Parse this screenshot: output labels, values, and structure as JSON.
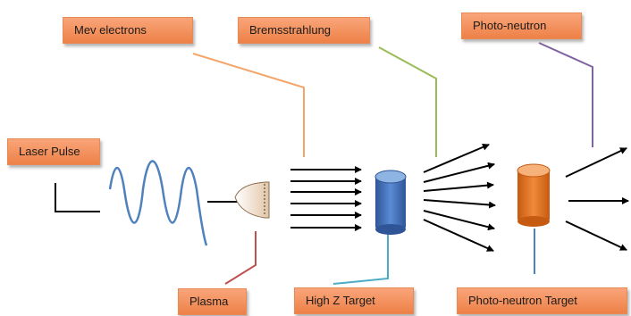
{
  "labels": {
    "mev_electrons": "Mev electrons",
    "bremsstrahlung": "Bremsstrahlung",
    "photo_neutron": "Photo-neutron",
    "laser_pulse": "Laser Pulse",
    "plasma": "Plasma",
    "high_z_target": "High Z Target",
    "photo_neutron_target": "Photo-neutron Target"
  },
  "colors": {
    "label_fill": "#f08a50",
    "mev_leader": "#f4a56a",
    "brems_leader": "#9bbb59",
    "photo_leader": "#8064a2",
    "plasma_leader": "#c0504d",
    "highz_leader": "#4bacc6",
    "pntarget_leader": "#4f81bd",
    "laser_wave": "#4f81bd",
    "high_z_target": "#4472c4",
    "photo_neutron_target": "#e46c0a",
    "arrows": "#000000"
  },
  "icons": [
    "laser-wave",
    "plasma-cup",
    "high-z-target-disc",
    "photo-neutron-target-disc"
  ]
}
